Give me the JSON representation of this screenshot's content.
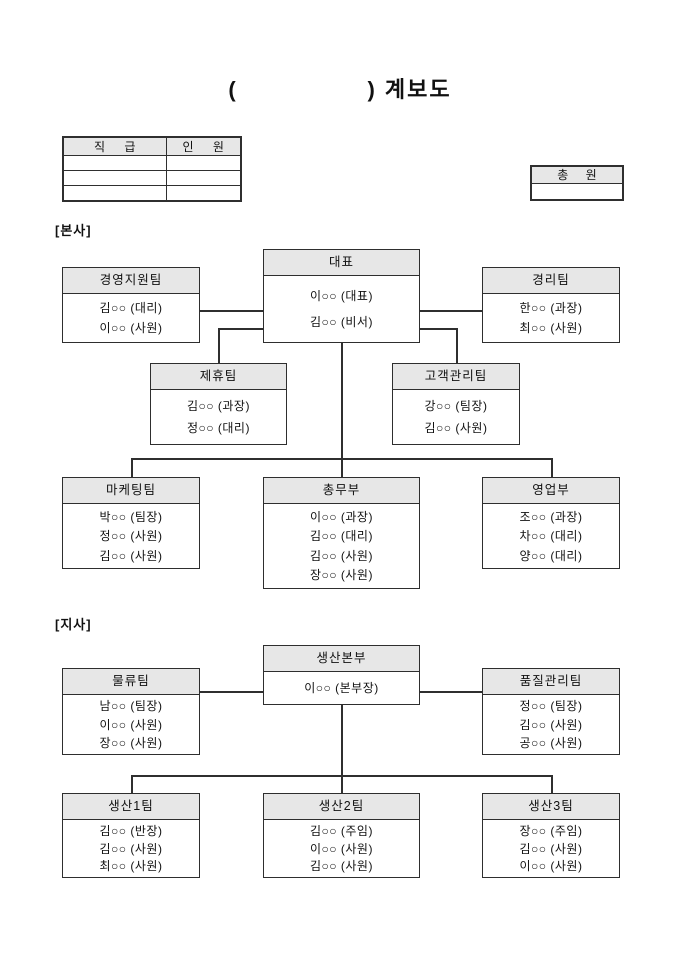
{
  "page": {
    "title": "(                ) 계보도"
  },
  "summary_table": {
    "headers": [
      "직 급",
      "인 원"
    ],
    "empty_rows": 3
  },
  "total_box": {
    "header": "총 원"
  },
  "hq": {
    "label": "[본사]",
    "boxes": [
      {
        "title": "대표",
        "members": [
          "이○○ (대표)",
          "김○○ (비서)"
        ]
      },
      {
        "title": "경영지원팀",
        "members": [
          "김○○ (대리)",
          "이○○ (사원)"
        ]
      },
      {
        "title": "경리팀",
        "members": [
          "한○○ (과장)",
          "최○○ (사원)"
        ]
      },
      {
        "title": "제휴팀",
        "members": [
          "김○○ (과장)",
          "정○○ (대리)"
        ]
      },
      {
        "title": "고객관리팀",
        "members": [
          "강○○ (팀장)",
          "김○○ (사원)"
        ]
      },
      {
        "title": "마케팅팀",
        "members": [
          "박○○ (팀장)",
          "정○○ (사원)",
          "김○○ (사원)"
        ]
      },
      {
        "title": "총무부",
        "members": [
          "이○○ (과장)",
          "김○○ (대리)",
          "김○○ (사원)",
          "장○○ (사원)"
        ]
      },
      {
        "title": "영업부",
        "members": [
          "조○○ (과장)",
          "차○○ (대리)",
          "양○○ (대리)"
        ]
      }
    ]
  },
  "branch": {
    "label": "[지사]",
    "boxes": [
      {
        "title": "생산본부",
        "members": [
          "이○○ (본부장)"
        ]
      },
      {
        "title": "물류팀",
        "members": [
          "남○○ (팀장)",
          "이○○ (사원)",
          "장○○ (사원)"
        ]
      },
      {
        "title": "품질관리팀",
        "members": [
          "정○○ (팀장)",
          "김○○ (사원)",
          "공○○ (사원)"
        ]
      },
      {
        "title": "생산1팀",
        "members": [
          "김○○ (반장)",
          "김○○ (사원)",
          "최○○ (사원)"
        ]
      },
      {
        "title": "생산2팀",
        "members": [
          "김○○ (주임)",
          "이○○ (사원)",
          "김○○ (사원)"
        ]
      },
      {
        "title": "생산3팀",
        "members": [
          "장○○ (주임)",
          "김○○ (사원)",
          "이○○ (사원)"
        ]
      }
    ]
  },
  "colors": {
    "header_bg": "#e7e7e7",
    "border": "#2f2f2f",
    "text": "#111111"
  }
}
